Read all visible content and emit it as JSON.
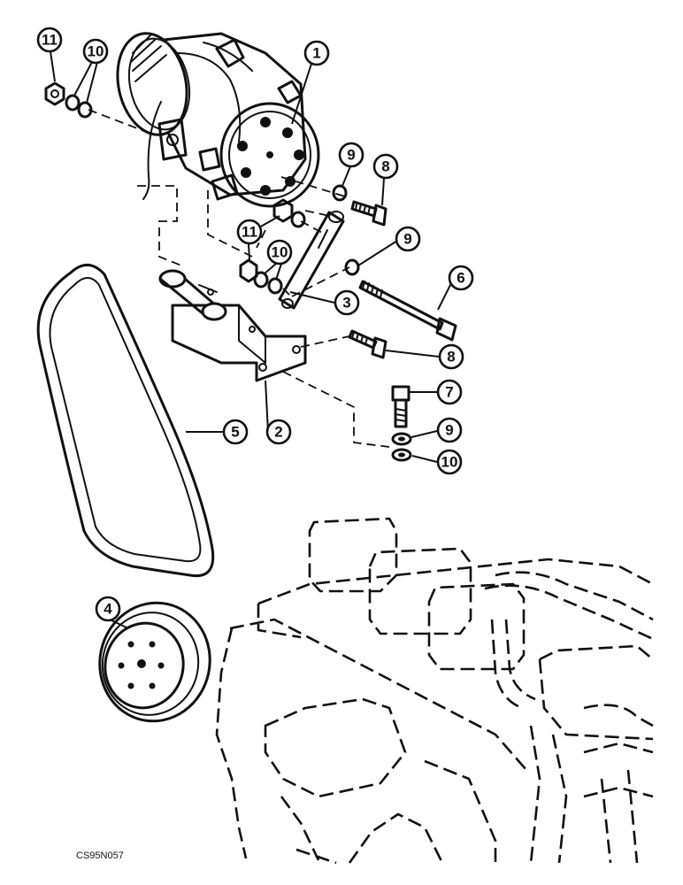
{
  "figure": {
    "code": "CS95N057",
    "callouts": [
      "1",
      "2",
      "3",
      "4",
      "5",
      "6",
      "7",
      "8",
      "8",
      "9",
      "9",
      "9",
      "10",
      "10",
      "10",
      "11",
      "11"
    ]
  }
}
